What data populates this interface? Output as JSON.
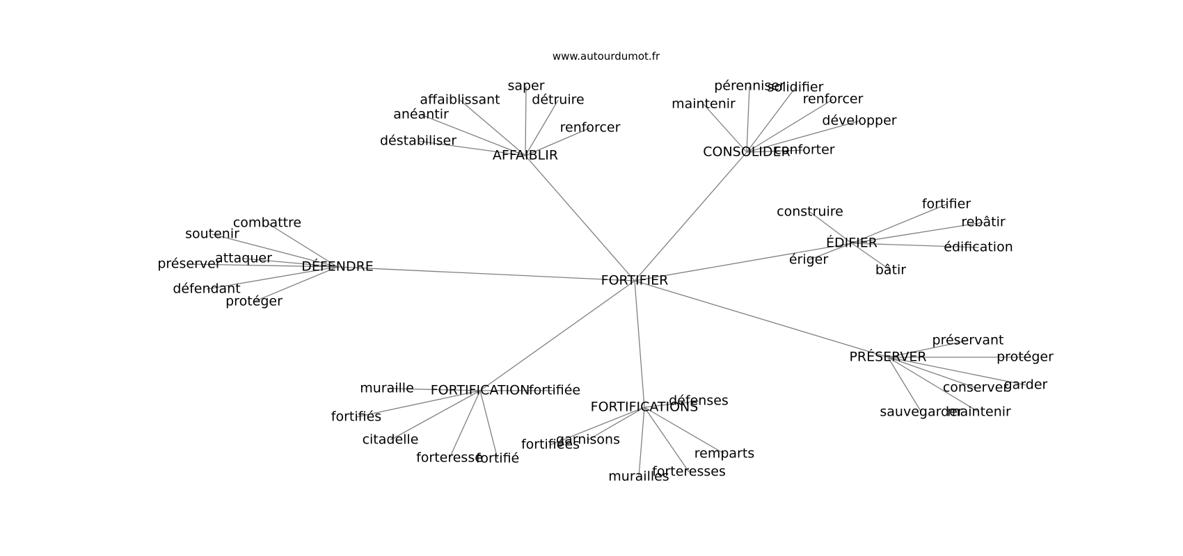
{
  "site": "www.autourdumot.fr",
  "root": "FORTIFIER",
  "groups": [
    {
      "id": "affaiblir",
      "label": "AFFAIBLIR",
      "words": [
        "saper",
        "affaiblissant",
        "détruire",
        "anéantir",
        "renforcer",
        "déstabiliser"
      ]
    },
    {
      "id": "consolider",
      "label": "CONSOLIDER",
      "words": [
        "pérenniser",
        "solidifier",
        "maintenir",
        "renforcer",
        "développer",
        "conforter"
      ]
    },
    {
      "id": "defendre",
      "label": "DÉFENDRE",
      "words": [
        "combattre",
        "soutenir",
        "attaquer",
        "préserver",
        "défendant",
        "protéger"
      ]
    },
    {
      "id": "edifier",
      "label": "ÉDIFIER",
      "words": [
        "fortifier",
        "construire",
        "rebâtir",
        "édification",
        "ériger",
        "bâtir"
      ]
    },
    {
      "id": "preserver",
      "label": "PRÉSERVER",
      "words": [
        "préservant",
        "protéger",
        "garder",
        "conserver",
        "sauvegarder",
        "maintenir"
      ]
    },
    {
      "id": "fortification",
      "label": "FORTIFICATION",
      "words": [
        "muraille",
        "fortifiée",
        "fortifiés",
        "citadelle",
        "forteresse",
        "fortifié"
      ]
    },
    {
      "id": "fortifications",
      "label": "FORTIFICATIONS",
      "words": [
        "défenses",
        "garnisons",
        "fortifiées",
        "remparts",
        "forteresses",
        "murailles"
      ]
    }
  ]
}
